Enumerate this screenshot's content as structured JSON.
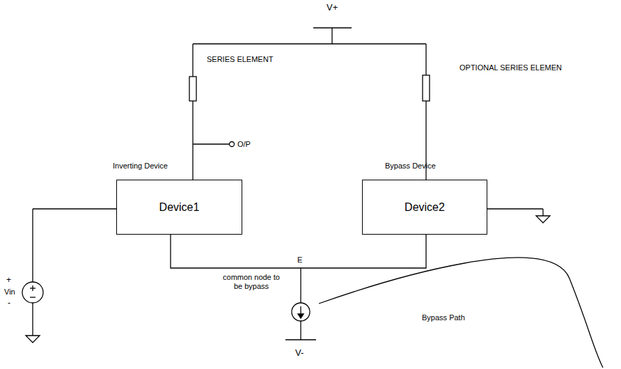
{
  "diagram": {
    "nodes": [
      {
        "text": [
          "Device1"
        ]
      },
      {
        "text": [
          "Device2"
        ]
      }
    ],
    "edges": [
      {
        "from": 0,
        "to": 1,
        "arrow": "none"
      }
    ],
    "labels": [
      "V+",
      "SERIES ELEMENT",
      "OPTIONAL SERIES ELEMEN",
      "O/P",
      "Inverting Device",
      "Bypass Device",
      "+",
      "Vin",
      "-",
      "E",
      "common node to be bypass",
      "Bypass Path",
      "V-"
    ]
  }
}
